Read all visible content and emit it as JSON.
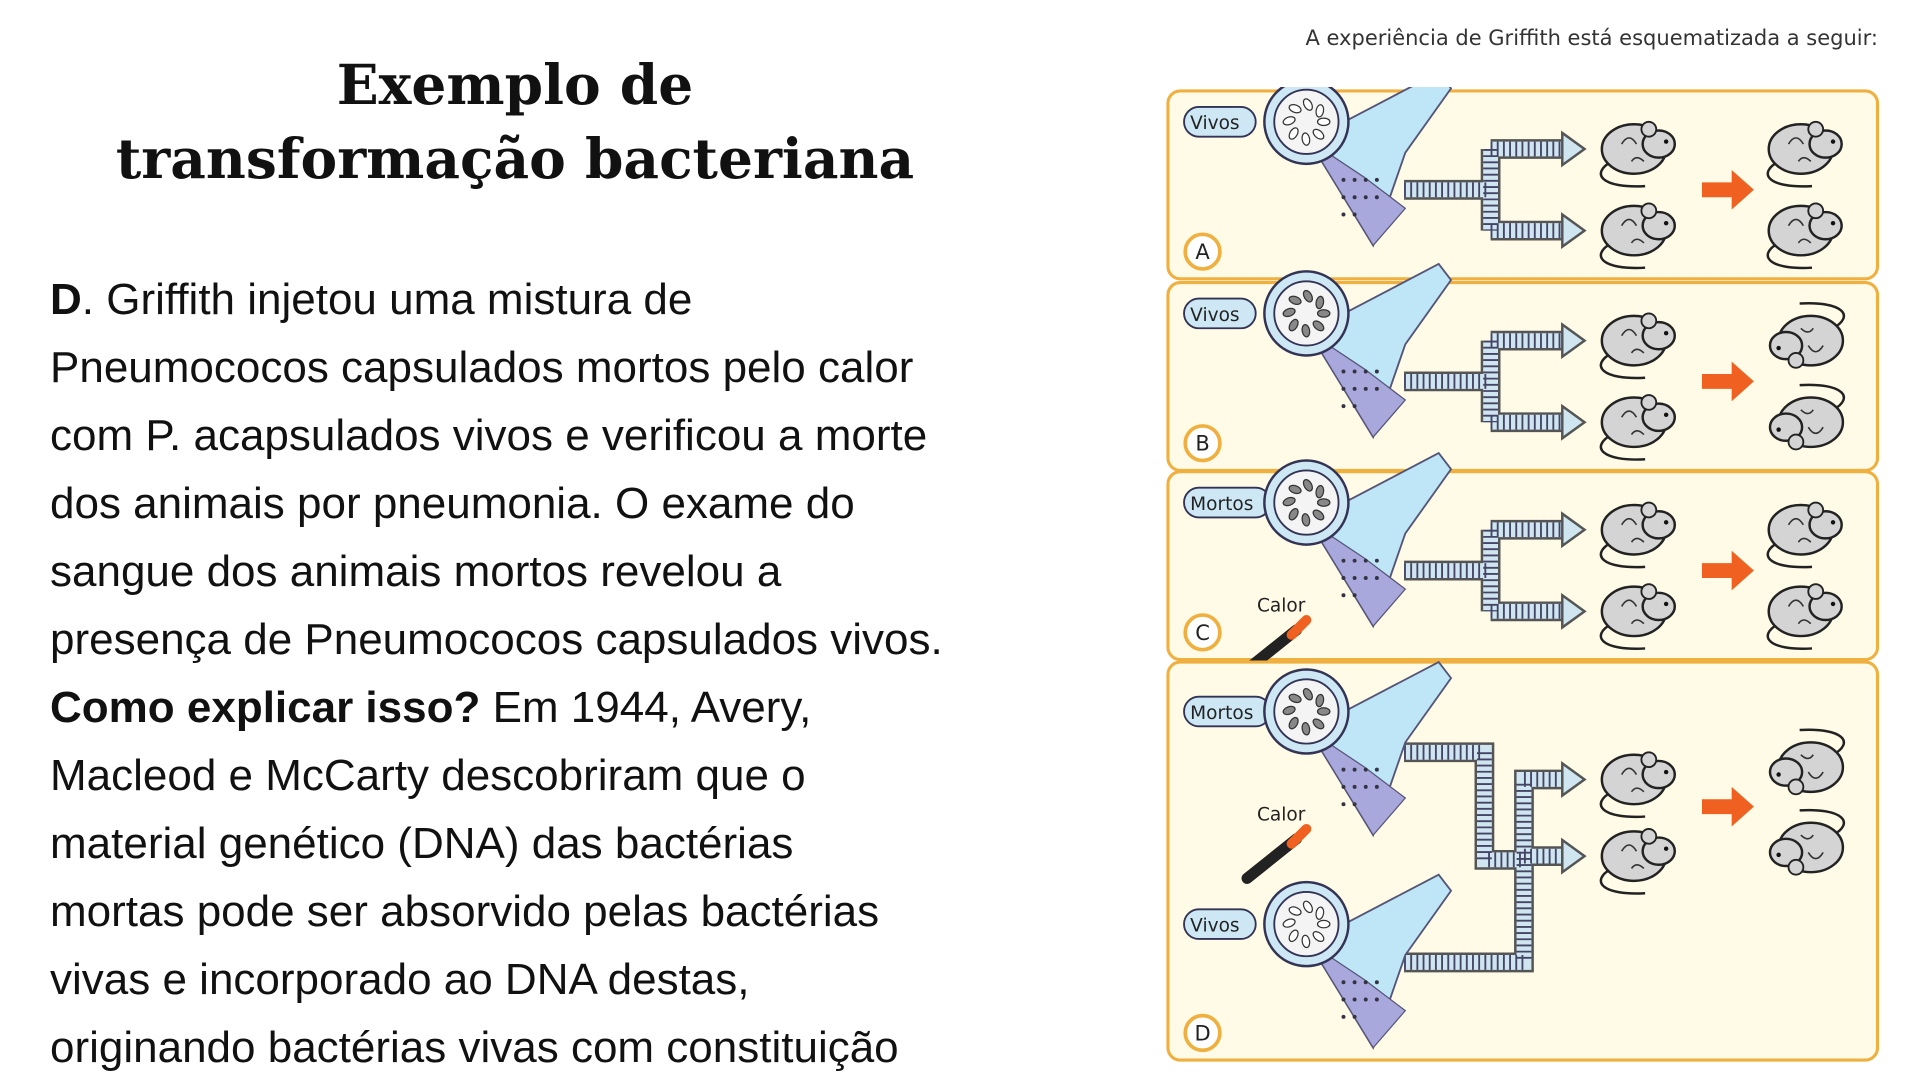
{
  "slide": {
    "title_line1": "Exemplo de",
    "title_line2": "transformação bacteriana",
    "body_lines": [
      {
        "bold": "D",
        "text": ". Griffith injetou uma mistura de"
      },
      {
        "bold": "",
        "text": "Pneumococos capsulados mortos pelo calor"
      },
      {
        "bold": "",
        "text": "com P. acapsulados vivos e verificou a morte"
      },
      {
        "bold": "",
        "text": "dos animais por pneumonia. O exame do"
      },
      {
        "bold": "",
        "text": "sangue dos animais mortos revelou a"
      },
      {
        "bold": "",
        "text": "presença de Pneumococos capsulados vivos."
      },
      {
        "bold": "Como explicar isso?",
        "text": " Em 1944, Avery,"
      },
      {
        "bold": "",
        "text": "Macleod e McCarty descobriram que o"
      },
      {
        "bold": "",
        "text": "material genético (DNA) das bactérias"
      },
      {
        "bold": "",
        "text": "mortas pode ser absorvido pelas bactérias"
      },
      {
        "bold": "",
        "text": "vivas e incorporado ao DNA destas,"
      },
      {
        "bold": "",
        "text": "originando bactérias vivas com constituição"
      }
    ]
  },
  "diagram": {
    "caption": "A experiência de Griffith está esquematizada a seguir:",
    "colors": {
      "panel_border": "#f0b040",
      "panel_fill": "#fffbe6",
      "flask": "#bfe6f7",
      "sediment": "#a9a8dc",
      "arrow": "#f06020",
      "mouse": "#d4d4d4"
    },
    "panels": [
      {
        "letter": "A",
        "flasks": [
          {
            "label": "Vivos",
            "heat": ""
          }
        ],
        "outcome": "alive"
      },
      {
        "letter": "B",
        "flasks": [
          {
            "label": "Vivos",
            "heat": ""
          }
        ],
        "outcome": "dead"
      },
      {
        "letter": "C",
        "flasks": [
          {
            "label": "Mortos",
            "heat": "Calor"
          }
        ],
        "outcome": "alive"
      },
      {
        "letter": "D",
        "flasks": [
          {
            "label": "Mortos",
            "heat": "Calor"
          },
          {
            "label": "Vivos",
            "heat": ""
          }
        ],
        "outcome": "dead"
      }
    ]
  }
}
